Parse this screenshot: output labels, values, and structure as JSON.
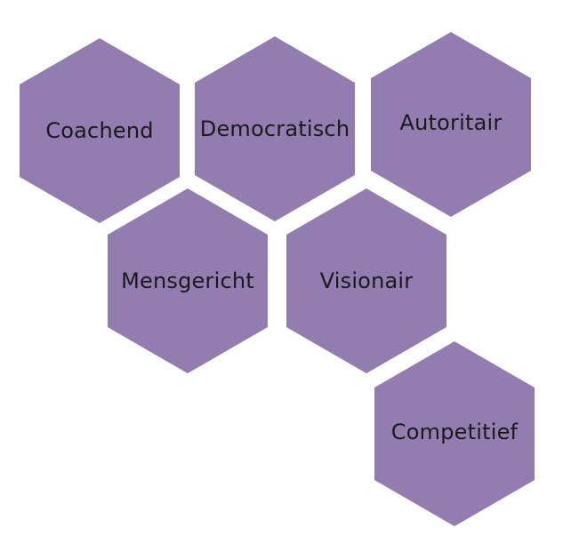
{
  "colors": {
    "hex_fill": "#927cb0",
    "label_text": "#1a1a1a",
    "background": "#ffffff"
  },
  "hexagons": [
    {
      "label": "Coachend"
    },
    {
      "label": "Democratisch"
    },
    {
      "label": "Autoritair"
    },
    {
      "label": "Mensgericht"
    },
    {
      "label": "Visionair"
    },
    {
      "label": "Competitief"
    }
  ]
}
